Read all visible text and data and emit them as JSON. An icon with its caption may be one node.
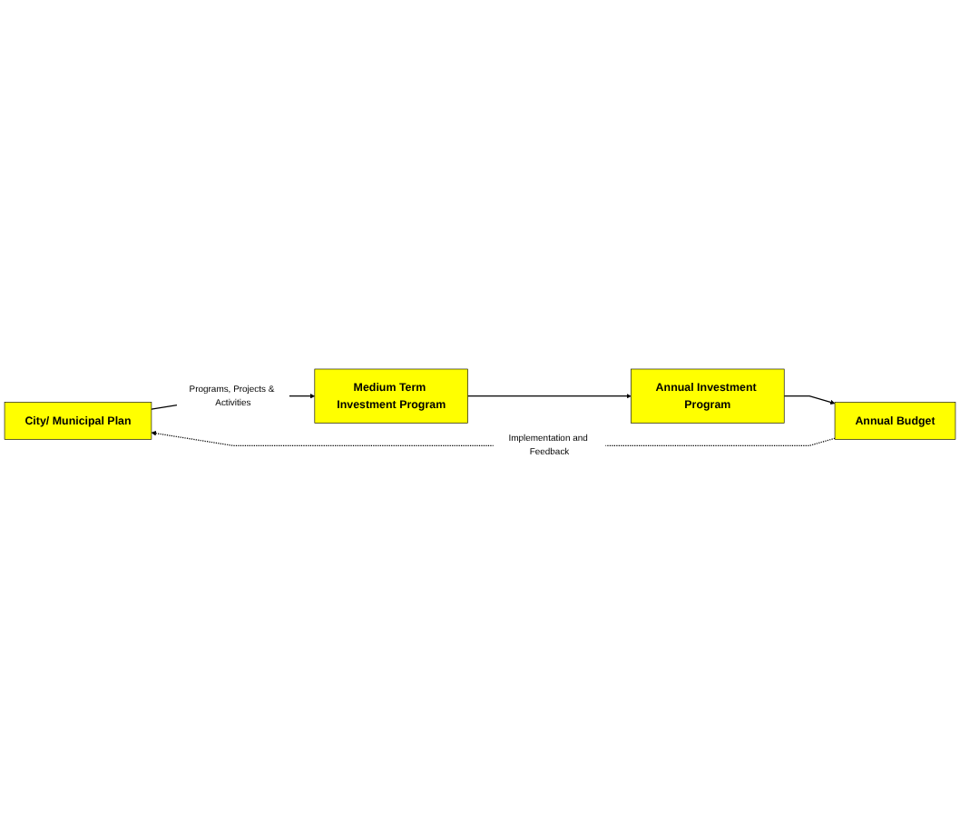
{
  "diagram": {
    "nodes": [
      {
        "text": [
          "City/ Municipal Plan"
        ]
      },
      {
        "text": [
          "Medium Term Investment Program"
        ]
      },
      {
        "text": [
          "Annual Investment Program"
        ]
      },
      {
        "text": [
          "Annual Budget"
        ]
      }
    ],
    "edges": [
      {
        "from": 0,
        "to": 1,
        "arrow": "to",
        "label": "Programs, Projects & Activities"
      },
      {
        "from": 1,
        "to": 2,
        "arrow": "to"
      },
      {
        "from": 2,
        "to": 3,
        "arrow": "to"
      },
      {
        "from": 3,
        "to": 0,
        "arrow": "to",
        "style": "dashed",
        "label": "Implementation and Feedback"
      }
    ]
  }
}
